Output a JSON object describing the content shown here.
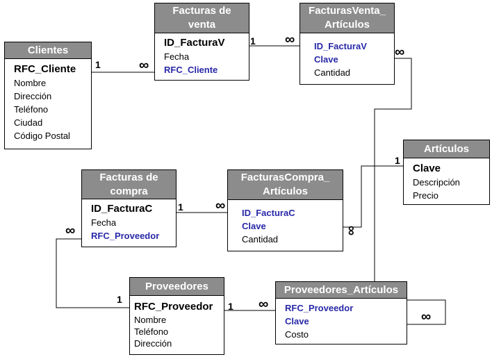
{
  "entities": {
    "clientes": {
      "title": "Clientes",
      "fields": [
        "RFC_Cliente",
        "Nombre",
        "Dirección",
        "Teléfono",
        "Ciudad",
        "Código Postal"
      ]
    },
    "facturas_venta": {
      "title": "Facturas de venta",
      "fields": [
        "ID_FacturaV",
        "Fecha",
        "RFC_Cliente"
      ]
    },
    "facturas_venta_articulos": {
      "title": "FacturasVenta_ Artículos",
      "fields": [
        "ID_FacturaV",
        "Clave",
        "Cantidad"
      ]
    },
    "articulos": {
      "title": "Artículos",
      "fields": [
        "Clave",
        "Descripción",
        "Precio"
      ]
    },
    "facturas_compra": {
      "title": "Facturas de compra",
      "fields": [
        "ID_FacturaC",
        "Fecha",
        "RFC_Proveedor"
      ]
    },
    "facturas_compra_articulos": {
      "title": "FacturasCompra_ Artículos",
      "fields": [
        "ID_FacturaC",
        "Clave",
        "Cantidad"
      ]
    },
    "proveedores": {
      "title": "Proveedores",
      "fields": [
        "RFC_Proveedor",
        "Nombre",
        "Teléfono",
        "Dirección"
      ]
    },
    "proveedores_articulos": {
      "title": "Proveedores_Artículos",
      "fields": [
        "RFC_Proveedor",
        "Clave",
        "Costo"
      ]
    }
  },
  "cardinality": {
    "one": "1",
    "many": "∞"
  }
}
